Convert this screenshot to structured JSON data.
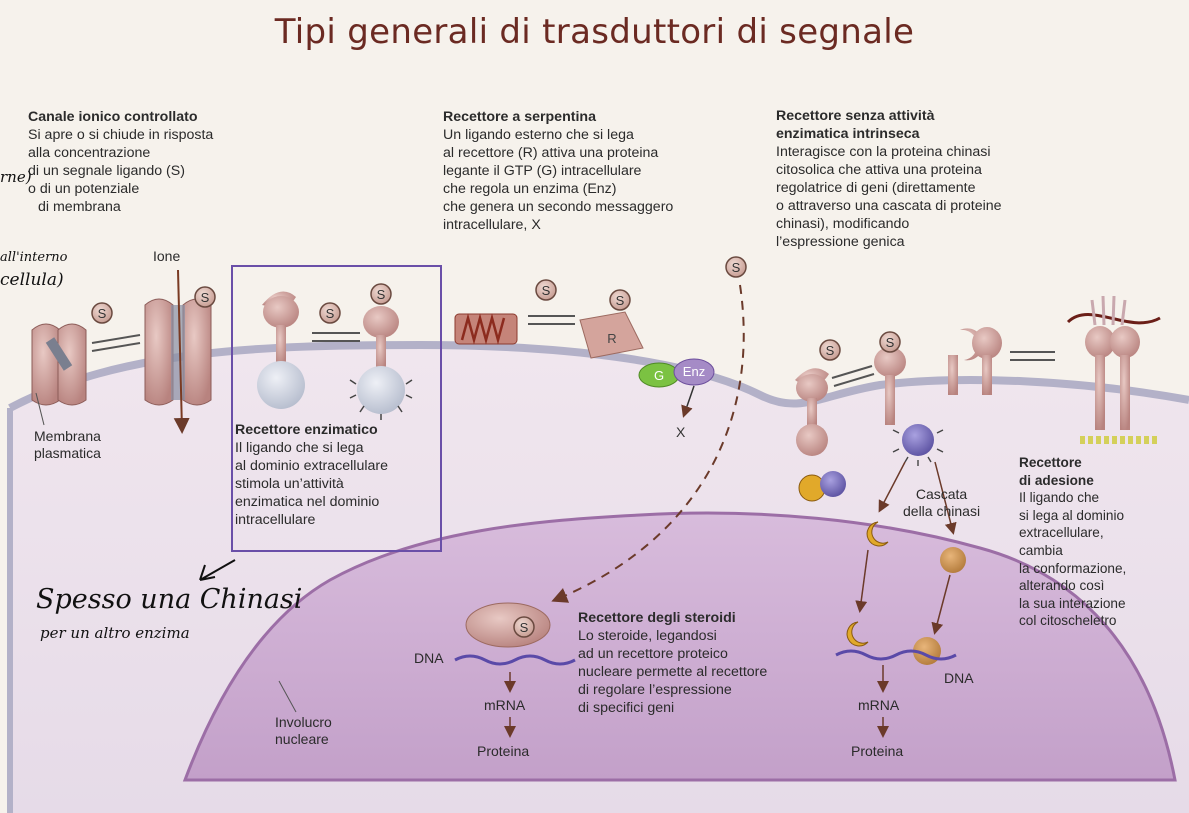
{
  "title": "Tipi generali di trasduttori di segnale",
  "sections": {
    "ion_channel": {
      "heading": "Canale ionico controllato",
      "lines": [
        "Si apre o si chiude in risposta",
        "alla concentrazione",
        "di un segnale ligando (S)",
        "o di un potenziale",
        "di membrana"
      ]
    },
    "serpentine": {
      "heading": "Recettore a serpentina",
      "lines": [
        "Un ligando esterno che si lega",
        "al recettore (R) attiva una proteina",
        "legante il GTP (G) intracellulare",
        "che regola un enzima (Enz)",
        "che genera un secondo messaggero",
        "intracellulare, X"
      ]
    },
    "non_enzymatic": {
      "heading_lines": [
        "Recettore senza attività",
        "enzimatica intrinseca"
      ],
      "lines": [
        "Interagisce con la proteina chinasi",
        "citosolica che attiva una proteina",
        "regolatrice di geni (direttamente",
        "o attraverso una cascata di proteine",
        "chinasi), modificando",
        "l’espressione genica"
      ]
    },
    "enzymatic": {
      "heading": "Recettore enzimatico",
      "lines": [
        "Il ligando che si lega",
        "al dominio extracellulare",
        "stimola un’attività",
        "enzimatica nel dominio",
        "intracellulare"
      ]
    },
    "steroid": {
      "heading": "Recettore degli steroidi",
      "lines": [
        "Lo steroide, legandosi",
        "ad un recettore proteico",
        "nucleare permette al recettore",
        "di regolare l’espressione",
        "di specifici geni"
      ]
    },
    "adhesion": {
      "heading_lines": [
        "Recettore",
        "di adesione"
      ],
      "lines": [
        "Il ligando che",
        "si lega al dominio",
        "extracellulare,",
        "cambia",
        "la conformazione,",
        "alterando così",
        "la sua interazione",
        "col citoscheletro"
      ]
    }
  },
  "labels": {
    "ione": "Ione",
    "membrana": [
      "Membrana",
      "plasmatica"
    ],
    "involucro": [
      "Involucro",
      "nucleare"
    ],
    "cascata": [
      "Cascata",
      "della chinasi"
    ],
    "dna_left": "DNA",
    "dna_right": "DNA",
    "mrna_left": "mRNA",
    "mrna_right": "mRNA",
    "proteina_left": "Proteina",
    "proteina_right": "Proteina",
    "s": "S",
    "r": "R",
    "g": "G",
    "enz": "Enz",
    "x": "X"
  },
  "handwritten": {
    "note_line1": "Spesso una Chinasi",
    "note_line2": "per un altro enzima",
    "margin_top": "rne)",
    "margin_mid1": "all'interno",
    "margin_mid2": "cellula)"
  },
  "colors": {
    "title": "#6b2a22",
    "cell": "#e8dde6",
    "nucleus": "#c9a9cf",
    "membrane": "#b9b7cb",
    "receptor": "#c99a96",
    "highlight_box": "#6a4fa8",
    "g_protein": "#7bc242",
    "enzyme": "#a58bc6",
    "kinase_yellow": "#e1a92a",
    "kinase_purple": "#7b72c0"
  }
}
